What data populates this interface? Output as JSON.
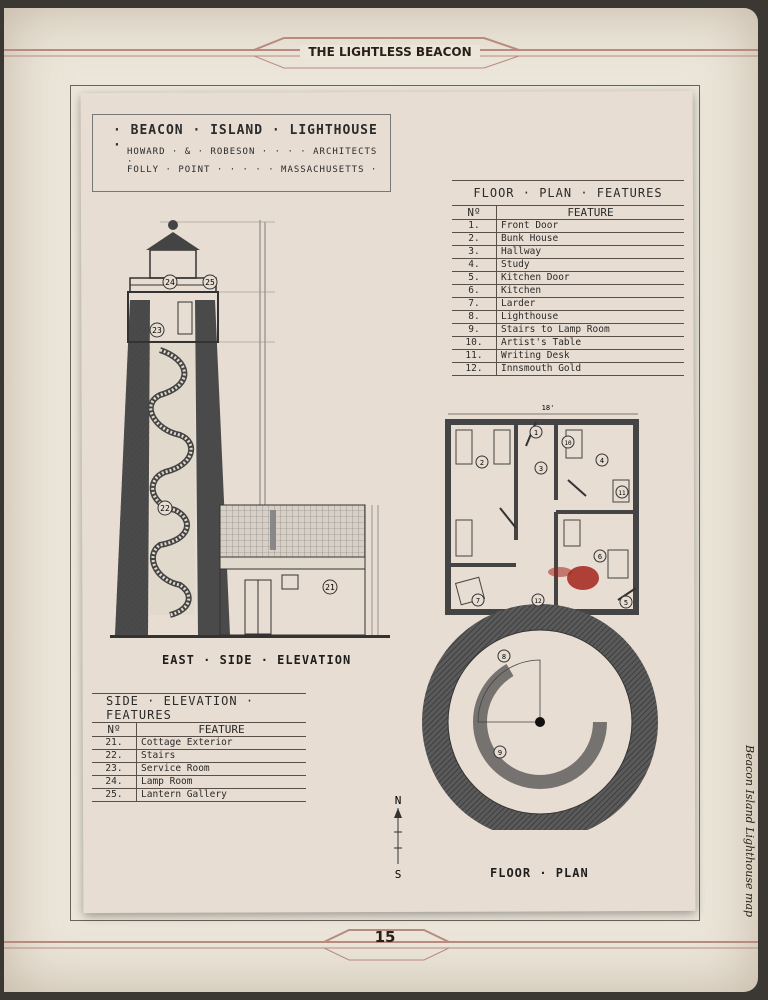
{
  "header": {
    "title": "THE LIGHTLESS BEACON"
  },
  "footer": {
    "page_number": "15"
  },
  "side_caption": "Beacon Island Lighthouse map",
  "title_block": {
    "title": "· BEACON · ISLAND · LIGHTHOUSE ·",
    "line1": "HOWARD · & · ROBESON · · · · ARCHITECTS ·",
    "line2": "FOLLY · POINT · · · · · MASSACHUSETTS ·"
  },
  "floor_plan_features": {
    "caption": "FLOOR · PLAN · FEATURES",
    "col_no": "Nº",
    "col_feature": "FEATURE",
    "rows": [
      {
        "no": "1.",
        "feature": "Front Door"
      },
      {
        "no": "2.",
        "feature": "Bunk House"
      },
      {
        "no": "3.",
        "feature": "Hallway"
      },
      {
        "no": "4.",
        "feature": "Study"
      },
      {
        "no": "5.",
        "feature": "Kitchen Door"
      },
      {
        "no": "6.",
        "feature": "Kitchen"
      },
      {
        "no": "7.",
        "feature": "Larder"
      },
      {
        "no": "8.",
        "feature": "Lighthouse"
      },
      {
        "no": "9.",
        "feature": "Stairs to Lamp Room"
      },
      {
        "no": "10.",
        "feature": "Artist's Table"
      },
      {
        "no": "11.",
        "feature": "Writing Desk"
      },
      {
        "no": "12.",
        "feature": "Innsmouth Gold"
      }
    ]
  },
  "side_elevation_features": {
    "caption": "SIDE · ELEVATION · FEATURES",
    "col_no": "Nº",
    "col_feature": "FEATURE",
    "rows": [
      {
        "no": "21.",
        "feature": "Cottage Exterior"
      },
      {
        "no": "22.",
        "feature": "Stairs"
      },
      {
        "no": "23.",
        "feature": "Service Room"
      },
      {
        "no": "24.",
        "feature": "Lamp Room"
      },
      {
        "no": "25.",
        "feature": "Lantern Gallery"
      }
    ]
  },
  "elevation": {
    "label": "EAST · SIDE · ELEVATION",
    "markers": [
      "21",
      "22",
      "23",
      "24",
      "25"
    ]
  },
  "floor_plan": {
    "label": "FLOOR · PLAN",
    "dimension": "18'",
    "markers": [
      "1",
      "2",
      "3",
      "4",
      "5",
      "6",
      "7",
      "8",
      "9",
      "10",
      "11",
      "12"
    ],
    "compass_n": "N",
    "compass_s": "S"
  },
  "colors": {
    "paper": "#e7ddd2",
    "page": "#ece6da",
    "band": "#b98a80",
    "ink": "#2b2b2b",
    "blood": "#a4241c"
  }
}
